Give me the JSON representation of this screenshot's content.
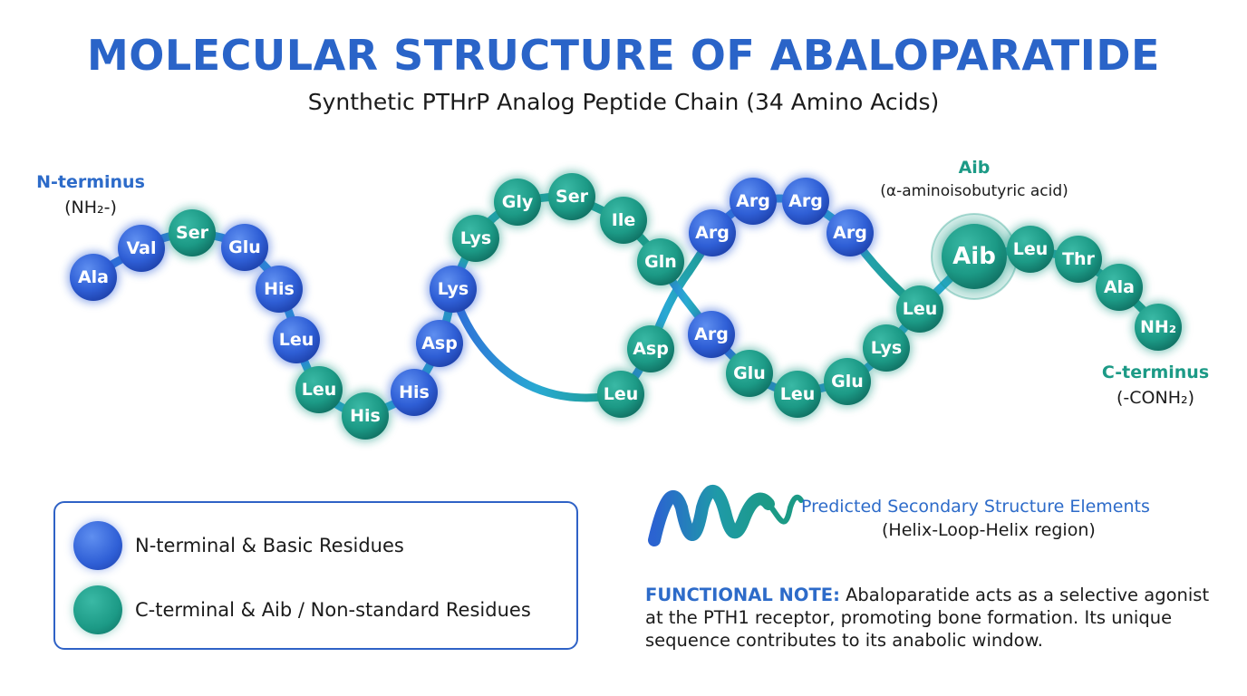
{
  "title": "MOLECULAR STRUCTURE OF ABALOPARATIDE",
  "subtitle": "Synthetic PTHrP Analog Peptide Chain (34 Amino Acids)",
  "n_terminus": {
    "title": "N-terminus",
    "note": "(NH₂-)"
  },
  "c_terminus": {
    "title": "C-terminus",
    "note": "(-CONH₂)"
  },
  "aib_callout": {
    "title": "Aib",
    "note": "(α-aminoisobutyric acid)"
  },
  "colors": {
    "blue": "#2f5fd6",
    "teal": "#1c9a86",
    "title_blue": "#2a64c8"
  },
  "residues": [
    {
      "label": "Ala",
      "group": "blue"
    },
    {
      "label": "Val",
      "group": "blue"
    },
    {
      "label": "Ser",
      "group": "teal"
    },
    {
      "label": "Glu",
      "group": "blue"
    },
    {
      "label": "His",
      "group": "blue"
    },
    {
      "label": "Leu",
      "group": "blue"
    },
    {
      "label": "Leu",
      "group": "teal"
    },
    {
      "label": "His",
      "group": "teal"
    },
    {
      "label": "His",
      "group": "blue"
    },
    {
      "label": "Asp",
      "group": "blue"
    },
    {
      "label": "Lys",
      "group": "blue"
    },
    {
      "label": "Lys",
      "group": "teal"
    },
    {
      "label": "Gly",
      "group": "teal"
    },
    {
      "label": "Ser",
      "group": "teal"
    },
    {
      "label": "Ile",
      "group": "teal"
    },
    {
      "label": "Gln",
      "group": "teal"
    },
    {
      "label": "Asp",
      "group": "teal"
    },
    {
      "label": "Leu",
      "group": "teal"
    },
    {
      "label": "Arg",
      "group": "blue"
    },
    {
      "label": "Arg",
      "group": "blue"
    },
    {
      "label": "Arg",
      "group": "blue"
    },
    {
      "label": "Arg",
      "group": "blue"
    },
    {
      "label": "Arg",
      "group": "blue"
    },
    {
      "label": "Glu",
      "group": "teal"
    },
    {
      "label": "Leu",
      "group": "teal"
    },
    {
      "label": "Glu",
      "group": "teal"
    },
    {
      "label": "Lys",
      "group": "teal"
    },
    {
      "label": "Leu",
      "group": "teal"
    },
    {
      "label": "Aib",
      "group": "teal"
    },
    {
      "label": "Leu",
      "group": "teal"
    },
    {
      "label": "Thr",
      "group": "teal"
    },
    {
      "label": "Ala",
      "group": "teal"
    },
    {
      "label": "NH₂",
      "group": "teal"
    }
  ],
  "legend": {
    "items": [
      {
        "label": "N-terminal & Basic Residues",
        "color": "#2f5fd6"
      },
      {
        "label": "C-terminal & Aib / Non-standard Residues",
        "color": "#1c9a86"
      }
    ]
  },
  "secondary_structure": {
    "title": "Predicted Secondary Structure Elements",
    "note": "(Helix-Loop-Helix region)"
  },
  "functional_note": {
    "lead": "FUNCTIONAL NOTE:",
    "text": "Abaloparatide acts as a selective agonist at the PTH1 receptor, promoting bone formation. Its unique sequence contributes to its anabolic window."
  }
}
